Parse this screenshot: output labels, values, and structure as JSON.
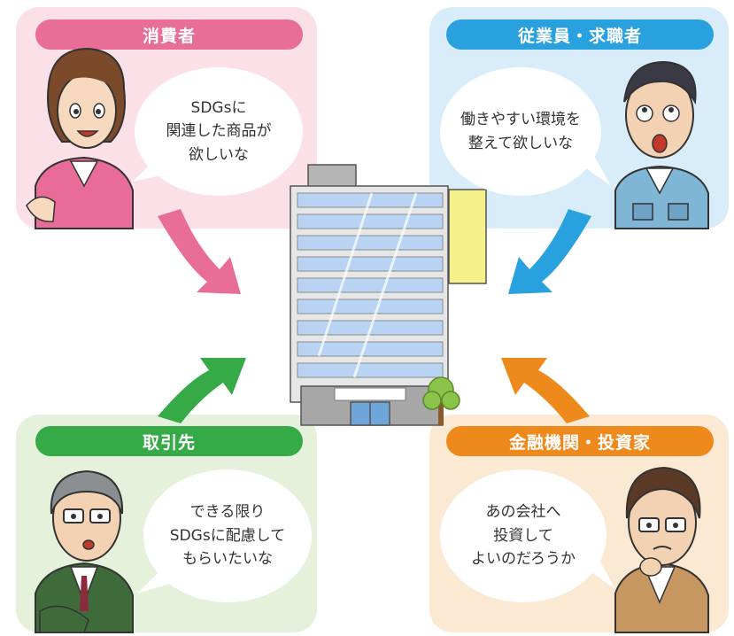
{
  "stakeholders": {
    "consumer": {
      "title": "消費者",
      "speech": [
        "SDGsに",
        "関連した商品が",
        "欲しいな"
      ]
    },
    "employee": {
      "title": "従業員・求職者",
      "speech": [
        "働きやすい環境を",
        "整えて欲しいな"
      ]
    },
    "partner": {
      "title": "取引先",
      "speech": [
        "できる限り",
        "SDGsに配慮して",
        "もらいたいな"
      ]
    },
    "investor": {
      "title": "金融機関・投資家",
      "speech": [
        "あの会社へ",
        "投資して",
        "よいのだろうか"
      ]
    }
  },
  "colors": {
    "consumer": "#e86d97",
    "employee": "#2aa1df",
    "partner": "#36aa46",
    "investor": "#ee8a1c"
  }
}
